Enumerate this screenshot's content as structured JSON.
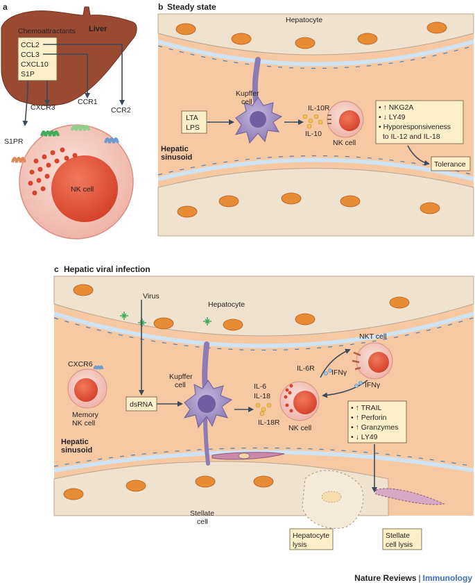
{
  "panels": {
    "a": {
      "letter": "a",
      "liver": "Liver",
      "chemoattractants_title": "Chemoattractants",
      "chemokines": [
        "CCL2",
        "CCL3",
        "CXCL10",
        "S1P"
      ],
      "receptors": {
        "cxcr3": "CXCR3",
        "ccr1": "CCR1",
        "ccr2": "CCR2",
        "s1pr": "S1PR"
      },
      "nk_cell": "NK cell"
    },
    "b": {
      "letter": "b",
      "title": "Steady state",
      "hepatocyte": "Hepatocyte",
      "kupffer_cell": [
        "Kupffer",
        "cell"
      ],
      "stimuli": [
        "LTA",
        "LPS"
      ],
      "il10r": "IL-10R",
      "il10": "IL-10",
      "nk_cell": "NK cell",
      "hepatic_sinusoid": [
        "Hepatic",
        "sinusoid"
      ],
      "effects": [
        "• ↑ NKG2A",
        "• ↓ LY49",
        "• Hyporesponsiveness",
        "  to IL-12 and IL-18"
      ],
      "tolerance": "Tolerance"
    },
    "c": {
      "letter": "c",
      "title": "Hepatic viral infection",
      "virus": "Virus",
      "hepatocyte": "Hepatocyte",
      "cxcr6": "CXCR6",
      "memory_nk": [
        "Memory",
        "NK cell"
      ],
      "hepatic_sinusoid": [
        "Hepatic",
        "sinusoid"
      ],
      "dsrna": "dsRNA",
      "kupffer_cell": [
        "Kupffer",
        "cell"
      ],
      "il6": "IL-6",
      "il18": "IL-18",
      "il18r": "IL-18R",
      "il6r": "IL-6R",
      "ifng_1": "IFNγ",
      "ifng_2": "IFNγ",
      "nkt_cell": "NKT cell",
      "nk_cell": "NK cell",
      "effects": [
        "• ↑ TRAIL",
        "• ↑ Perforin",
        "• ↑ Granzymes",
        "• ↓ LY49"
      ],
      "stellate_cell": [
        "Stellate",
        "cell"
      ],
      "hepatocyte_lysis": [
        "Hepatocyte",
        "lysis"
      ],
      "stellate_lysis": [
        "Stellate",
        "cell lysis"
      ]
    }
  },
  "footer": {
    "brand": "Nature Reviews",
    "separator": "|",
    "journal": "Immunology"
  },
  "colors": {
    "liver": "#9b4a32",
    "sinusoid": "#f7c9a3",
    "hepatocyte": "#efe2cf",
    "nucleus": "#e88b35",
    "nk_cell": "#f4c6bd",
    "nk_nucleus": "#e45a40",
    "kupffer": "#9b8bbf",
    "label_box": "#fdf0c8",
    "endothelium": "#cfe3f2",
    "footer_accent": "#3f6fb5"
  }
}
